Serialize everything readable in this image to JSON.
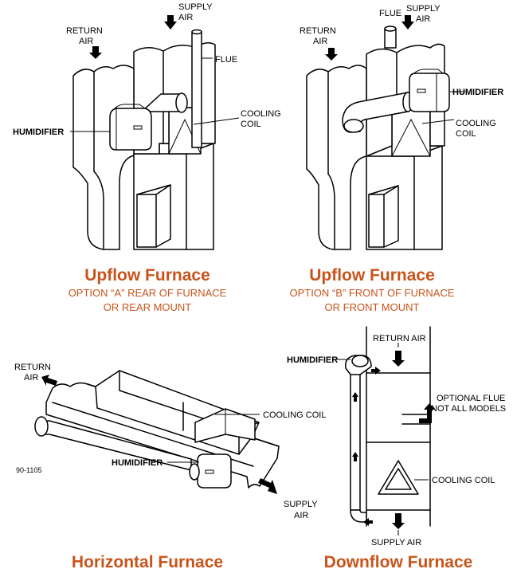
{
  "colors": {
    "title": "#c8541b",
    "line": "#000000",
    "background": "#ffffff"
  },
  "panels": {
    "upflow_a": {
      "labels": {
        "supply_1": "SUPPLY",
        "supply_2": "AIR",
        "return_1": "RETURN",
        "return_2": "AIR",
        "flue": "FLUE",
        "humidifier": "HUMIDIFIER",
        "coil_1": "COOLING",
        "coil_2": "COIL"
      },
      "title": "Upflow Furnace",
      "subtitle_1": "OPTION “A” REAR OF FURNACE",
      "subtitle_2": "OR REAR MOUNT"
    },
    "upflow_b": {
      "labels": {
        "flue": "FLUE",
        "supply_1": "SUPPLY",
        "supply_2": "AIR",
        "return_1": "RETURN",
        "return_2": "AIR",
        "humidifier": "HUMIDIFIER",
        "coil_1": "COOLING",
        "coil_2": "COIL"
      },
      "title": "Upflow Furnace",
      "subtitle_1": "OPTION “B” FRONT OF FURNACE",
      "subtitle_2": "OR FRONT MOUNT"
    },
    "horizontal": {
      "labels": {
        "return_1": "RETURN",
        "return_2": "AIR",
        "coil": "COOLING COIL",
        "humidifier": "HUMIDIFIER",
        "supply_1": "SUPPLY",
        "supply_2": "AIR",
        "code": "90-1105"
      },
      "title": "Horizontal Furnace"
    },
    "downflow": {
      "labels": {
        "return": "RETURN AIR",
        "humidifier": "HUMIDIFIER",
        "flue_1": "OPTIONAL FLUE",
        "flue_2": "NOT ALL MODELS",
        "coil": "COOLING COIL",
        "supply": "SUPPLY AIR"
      },
      "title": "Downflow Furnace"
    }
  }
}
